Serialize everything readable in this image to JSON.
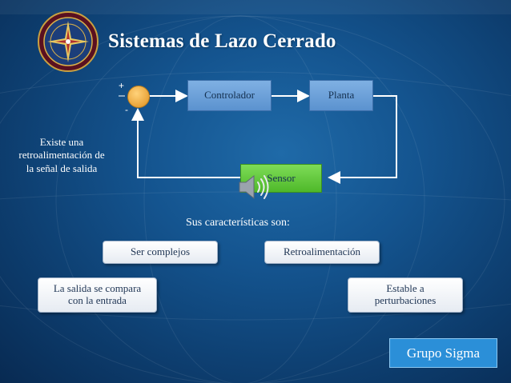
{
  "slide": {
    "title": "Sistemas de Lazo Cerrado",
    "side_note": [
      "Existe una",
      "retroalimentación de",
      "la señal de salida"
    ],
    "characteristics_heading": "Sus características son:",
    "footer_badge": "Grupo Sigma"
  },
  "diagram": {
    "summing_junction": {
      "plus_sign": "+",
      "minus_sign": "-"
    },
    "blocks": {
      "controller": "Controlador",
      "plant": "Planta",
      "sensor": "Sensor"
    }
  },
  "characteristics": [
    "Ser complejos",
    "Retroalimentación",
    "La salida se compara con la entrada",
    "Estable a perturbaciones"
  ],
  "icons": [
    "logo-emblem-icon",
    "speaker-icon"
  ],
  "colors": {
    "background": "#14548f",
    "controller_block": "#6ea3dc",
    "sensor_block": "#62c93a",
    "summing_junction": "#f2b34a",
    "footer_badge": "#2b8fd8"
  }
}
